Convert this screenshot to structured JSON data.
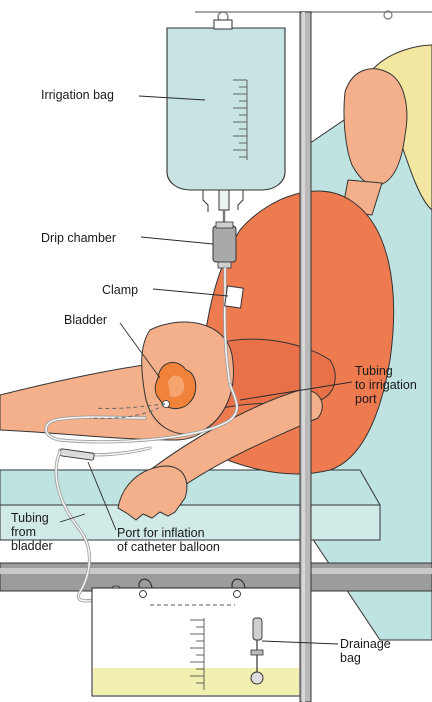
{
  "labels": {
    "irrigation_bag": "Irrigation bag",
    "drip_chamber": "Drip chamber",
    "clamp": "Clamp",
    "bladder": "Bladder",
    "tubing_irrigation_line1": "Tubing",
    "tubing_irrigation_line2": "to irrigation",
    "tubing_irrigation_line3": "port",
    "tubing_bladder_line1": "Tubing",
    "tubing_bladder_line2": "from",
    "tubing_bladder_line3": "bladder",
    "port_line1": "Port for inflation",
    "port_line2": "of catheter balloon",
    "drainage_line1": "Drainage",
    "drainage_line2": "bag"
  },
  "colors": {
    "skin": "#f4b08a",
    "gown": "#ee7a50",
    "hair": "#f3e6a0",
    "bed": "#bfe3e0",
    "fluid": "#c7e4e2",
    "drainage_fluid": "#f1f0b0",
    "pole": "#b9b9b9",
    "bladder": "#f0823a"
  }
}
